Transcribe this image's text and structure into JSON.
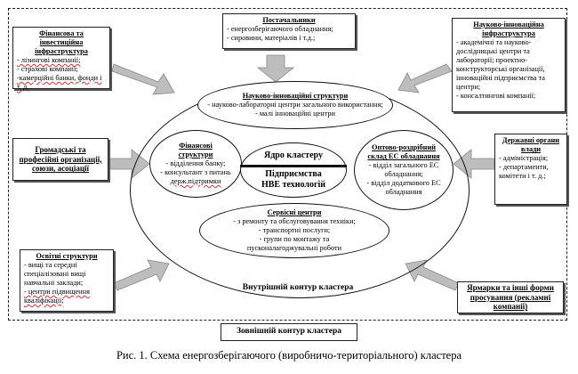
{
  "outer_label": "Зовнішній контур кластера",
  "inner_label": "Внутрішній контур кластера",
  "caption": "Рис. 1. Схема енергозберігаючого (виробничо-територіального) кластера",
  "core": {
    "title": "Ядро кластеру",
    "line1": "Підприємства",
    "line2": "НВЕ технологій"
  },
  "inner": {
    "research": {
      "title": "Науково-інноваційні структури",
      "items": [
        "- науково-лабораторні центри загального використання;",
        "- малі інноваційні центри"
      ]
    },
    "finance": {
      "title": "Фінансові структури",
      "items": [
        "- відділення банку;",
        "- консультант з питань",
        "держ.підтримки"
      ]
    },
    "warehouse": {
      "title": "Оптово-роздрібний склад ЕС обладнання",
      "items": [
        "- відділ загального ЕС обладнання;",
        "- відділ додаткового ЕС обладнання"
      ]
    },
    "service": {
      "title": "Сервісні центри",
      "items": [
        "- з ремонту та обслуговування техніки;",
        "- транспортні послуги;",
        "- групи по монтажу та пусконалагоджувальні роботи"
      ]
    }
  },
  "outer_boxes": {
    "financial": {
      "title": "Фінансова та інвестиційна інфраструктура",
      "items": [
        "- лізингові компанії;",
        "- страхові компанії;",
        "-камерційні банки, фонди і т. д."
      ]
    },
    "suppliers": {
      "title": "Постачальники",
      "items": [
        "- енергозберігаючого обладнання;",
        "- сировини, матеріалів і т.д.;"
      ]
    },
    "research_infra": {
      "title": "Науково-інноваційна інфраструктура",
      "items": [
        "- академічні та науково-дослідницькі центри та лабораторії; проектно-конструкторські організації, інноваційні підприємства та центри;",
        "- консалтингові компанії;"
      ]
    },
    "public": {
      "title": "Громадські та професійні організації, союзи, асоціації",
      "items": []
    },
    "government": {
      "title": "Державні органи влади",
      "items": [
        "- адміністрація;",
        "- департаменти, комітети і т. д.;"
      ]
    },
    "education": {
      "title": "Освітні структури",
      "items": [
        "- вищі та середні спеціалізовані вищі навчальні заклади;",
        "- центри підвищення кваліфікації;"
      ]
    },
    "fairs": {
      "title": "Ярмарки та інші форми просування (рекламні компанії)",
      "items": []
    }
  }
}
